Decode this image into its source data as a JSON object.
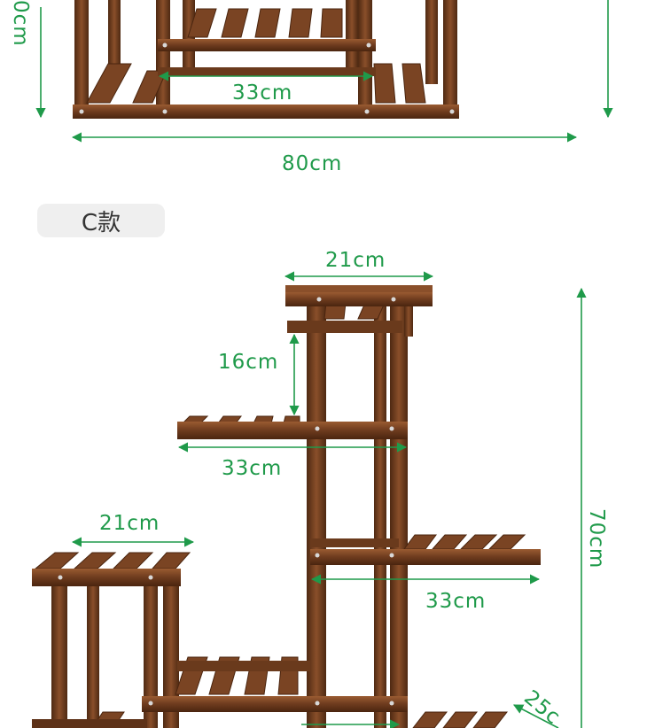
{
  "top_section": {
    "labels": {
      "height_partial": "0cm",
      "inner_width": "33cm",
      "total_width": "80cm"
    }
  },
  "variant": {
    "badge": "C款",
    "labels": {
      "top_shelf_width": "21cm",
      "top_gap": "16cm",
      "middle_shelf_width": "33cm",
      "left_shelf_width": "21cm",
      "right_shelf_width": "33cm",
      "total_height": "70cm",
      "depth_partial": "25c"
    }
  },
  "colors": {
    "dimension_green": "#1f9a4a",
    "wood_dark": "#5e3218",
    "wood_mid": "#7a4423",
    "wood_light": "#9a5b31"
  }
}
